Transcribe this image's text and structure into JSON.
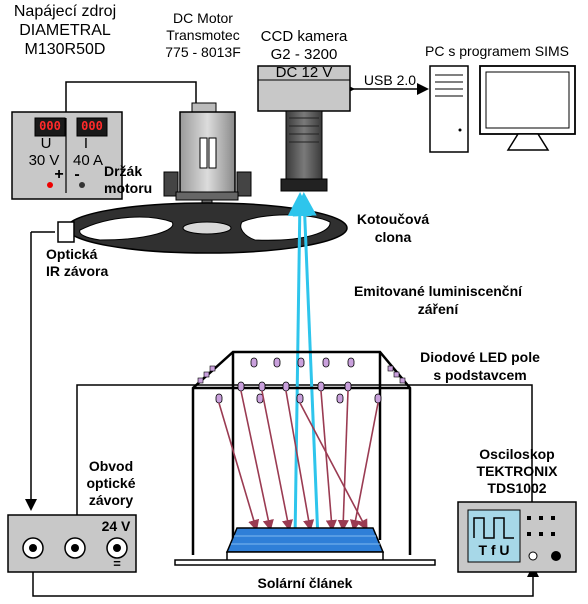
{
  "psu": {
    "title_line1": "Napájecí zdroj",
    "title_line2": "DIAMETRAL",
    "title_line3": "M130R50D",
    "display_left": "000",
    "display_right": "000",
    "label_u": "U",
    "label_i": "I",
    "value_u": "30 V",
    "value_i": "40 A",
    "plus": "+",
    "minus": "-"
  },
  "motor": {
    "title_line1": "DC Motor",
    "title_line2": "Transmotec",
    "title_line3": "775 - 8013F",
    "holder_line1": "Držák",
    "holder_line2": "motoru"
  },
  "camera": {
    "title_line1": "CCD kamera",
    "title_line2": "G2 - 3200",
    "label": "DC 12 V"
  },
  "usb_label": "USB 2.0",
  "pc_label": "PC s programem SIMS",
  "disc_line1": "Kotoučová",
  "disc_line2": "clona",
  "ir_line1": "Optická",
  "ir_line2": "IR závora",
  "emission_line1": "Emitované luminiscenční",
  "emission_line2": "záření",
  "led_line1": "Diodové LED pole",
  "led_line2": "s podstavcem",
  "circuit": {
    "title_line1": "Obvod",
    "title_line2": "optické",
    "title_line3": "závory",
    "voltage": "24 V",
    "dc_symbol": "="
  },
  "scope": {
    "title_line1": "Osciloskop",
    "title_line2": "TEKTRONIX",
    "title_line3": "TDS1002",
    "screen_text": "T f U"
  },
  "solar_label": "Solární článek",
  "colors": {
    "device_gray": "#c8c8c8",
    "dark_gray": "#808080",
    "scope_screen": "#a7d8e8",
    "beam": "#2ec5ec",
    "led_beam": "#9a3b52",
    "led": "#c9a0dc",
    "panel": "#2f7fd8",
    "display_red": "#ff2a2a"
  }
}
